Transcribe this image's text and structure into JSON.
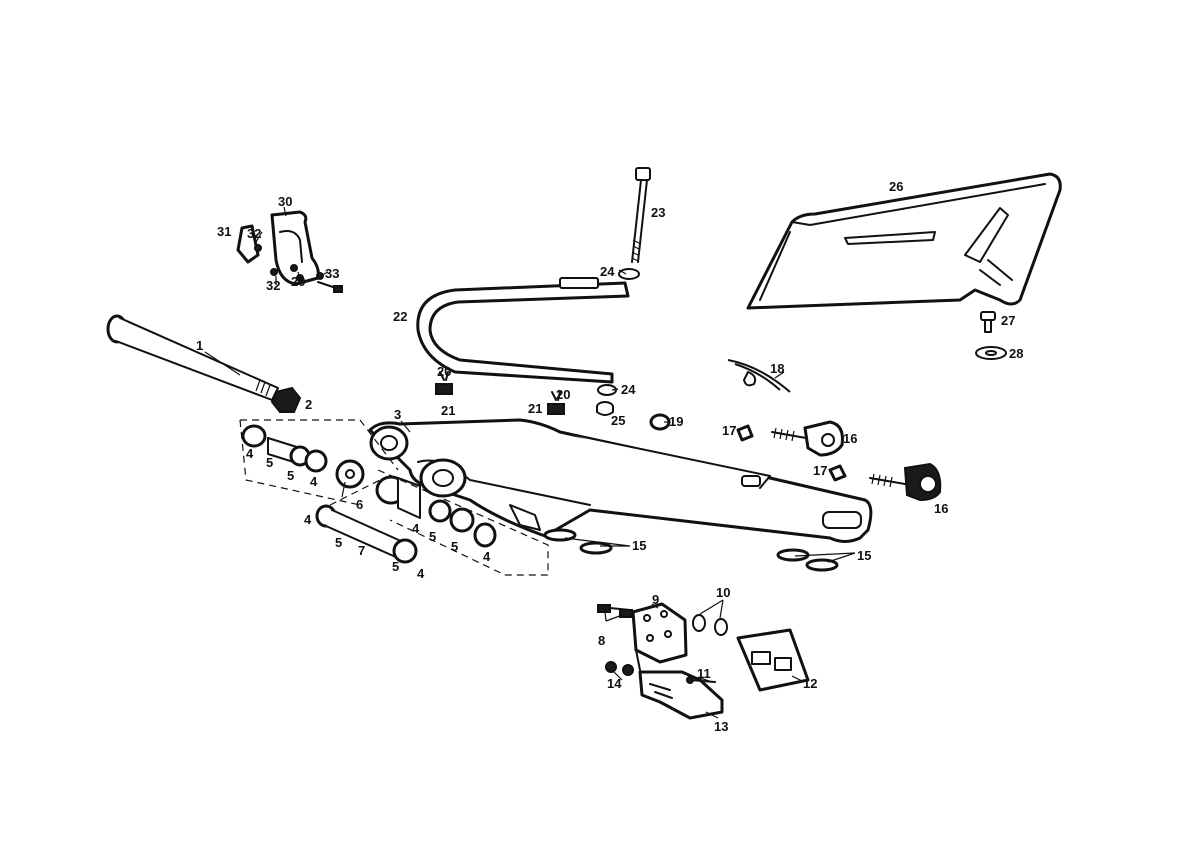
{
  "diagram": {
    "callouts": [
      {
        "id": "c1",
        "label": "1"
      },
      {
        "id": "c2",
        "label": "2"
      },
      {
        "id": "c3",
        "label": "3"
      },
      {
        "id": "c4a",
        "label": "4"
      },
      {
        "id": "c5a",
        "label": "5"
      },
      {
        "id": "c5b",
        "label": "5"
      },
      {
        "id": "c4b",
        "label": "4"
      },
      {
        "id": "c6",
        "label": "6"
      },
      {
        "id": "c4c",
        "label": "4"
      },
      {
        "id": "c5c",
        "label": "5"
      },
      {
        "id": "c7",
        "label": "7"
      },
      {
        "id": "c5d",
        "label": "5"
      },
      {
        "id": "c4d",
        "label": "4"
      },
      {
        "id": "c4e",
        "label": "4"
      },
      {
        "id": "c5e",
        "label": "5"
      },
      {
        "id": "c5f",
        "label": "5"
      },
      {
        "id": "c4f",
        "label": "4"
      },
      {
        "id": "c8",
        "label": "8"
      },
      {
        "id": "c9",
        "label": "9"
      },
      {
        "id": "c10",
        "label": "10"
      },
      {
        "id": "c11",
        "label": "11"
      },
      {
        "id": "c12",
        "label": "12"
      },
      {
        "id": "c13",
        "label": "13"
      },
      {
        "id": "c14",
        "label": "14"
      },
      {
        "id": "c15a",
        "label": "15"
      },
      {
        "id": "c15b",
        "label": "15"
      },
      {
        "id": "c16a",
        "label": "16"
      },
      {
        "id": "c16b",
        "label": "16"
      },
      {
        "id": "c17a",
        "label": "17"
      },
      {
        "id": "c17b",
        "label": "17"
      },
      {
        "id": "c18",
        "label": "18"
      },
      {
        "id": "c19",
        "label": "19"
      },
      {
        "id": "c20a",
        "label": "20"
      },
      {
        "id": "c21a",
        "label": "21"
      },
      {
        "id": "c20b",
        "label": "20"
      },
      {
        "id": "c21b",
        "label": "21"
      },
      {
        "id": "c22",
        "label": "22"
      },
      {
        "id": "c23",
        "label": "23"
      },
      {
        "id": "c24a",
        "label": "24"
      },
      {
        "id": "c24b",
        "label": "24"
      },
      {
        "id": "c25",
        "label": "25"
      },
      {
        "id": "c26",
        "label": "26"
      },
      {
        "id": "c27",
        "label": "27"
      },
      {
        "id": "c28",
        "label": "28"
      },
      {
        "id": "c29",
        "label": "29"
      },
      {
        "id": "c30",
        "label": "30"
      },
      {
        "id": "c31",
        "label": "31"
      },
      {
        "id": "c32a",
        "label": "32"
      },
      {
        "id": "c32b",
        "label": "32"
      },
      {
        "id": "c33",
        "label": "33"
      }
    ]
  }
}
